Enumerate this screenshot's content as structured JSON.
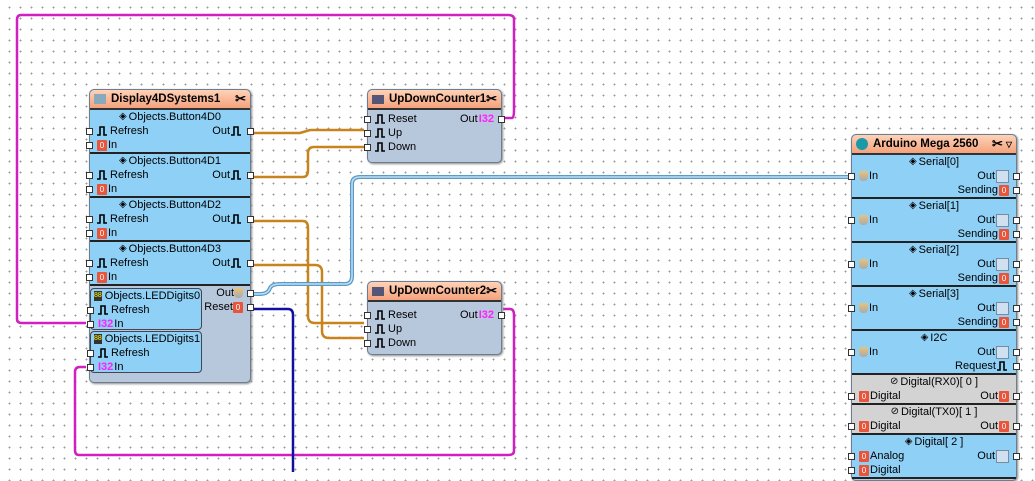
{
  "colors": {
    "header": "#f4a27c",
    "body": "#8fd0f6",
    "bool_wire": "#d08a20",
    "int_wire": "#d020c0",
    "serial_wire": "#7ab8e0",
    "reset_wire": "#1010a0"
  },
  "display": {
    "title": "Display4DSystems1",
    "icon": "display-icon",
    "sections": [
      {
        "title": "Objects.Button4D0",
        "rows": [
          {
            "l": "Refresh",
            "lt": "clock",
            "r": "Out",
            "rt": "clock"
          },
          {
            "l": "In",
            "lt": "digital"
          }
        ]
      },
      {
        "title": "Objects.Button4D1",
        "rows": [
          {
            "l": "Refresh",
            "lt": "clock",
            "r": "Out",
            "rt": "clock"
          },
          {
            "l": "In",
            "lt": "digital"
          }
        ]
      },
      {
        "title": "Objects.Button4D2",
        "rows": [
          {
            "l": "Refresh",
            "lt": "clock",
            "r": "Out",
            "rt": "clock"
          },
          {
            "l": "In",
            "lt": "digital"
          }
        ]
      },
      {
        "title": "Objects.Button4D3",
        "rows": [
          {
            "l": "Refresh",
            "lt": "clock",
            "r": "Out",
            "rt": "clock"
          },
          {
            "l": "In",
            "lt": "digital"
          }
        ]
      }
    ],
    "leds": [
      {
        "title": "Objects.LEDDigits0",
        "rows": [
          {
            "l": "Refresh",
            "lt": "clock"
          },
          {
            "l": "In",
            "lt": "i32"
          }
        ]
      },
      {
        "title": "Objects.LEDDigits1",
        "rows": [
          {
            "l": "Refresh",
            "lt": "clock"
          },
          {
            "l": "In",
            "lt": "i32"
          }
        ]
      }
    ],
    "out_label": "Out",
    "reset_label": "Reset"
  },
  "counter1": {
    "title": "UpDownCounter1",
    "rows": [
      {
        "l": "Reset",
        "lt": "clock",
        "r": "Out",
        "rt": "i32"
      },
      {
        "l": "Up",
        "lt": "clock"
      },
      {
        "l": "Down",
        "lt": "clock"
      }
    ]
  },
  "counter2": {
    "title": "UpDownCounter2",
    "rows": [
      {
        "l": "Reset",
        "lt": "clock",
        "r": "Out",
        "rt": "i32"
      },
      {
        "l": "Up",
        "lt": "clock"
      },
      {
        "l": "Down",
        "lt": "clock"
      }
    ]
  },
  "arduino": {
    "title": "Arduino Mega 2560",
    "sections": [
      {
        "title": "Serial[0]",
        "rows": [
          {
            "l": "In",
            "lt": "serial",
            "r": "Out",
            "rt": "out"
          },
          {
            "r": "Sending",
            "rt": "digital"
          }
        ]
      },
      {
        "title": "Serial[1]",
        "rows": [
          {
            "l": "In",
            "lt": "serial",
            "r": "Out",
            "rt": "out"
          },
          {
            "r": "Sending",
            "rt": "digital"
          }
        ]
      },
      {
        "title": "Serial[2]",
        "rows": [
          {
            "l": "In",
            "lt": "serial",
            "r": "Out",
            "rt": "out"
          },
          {
            "r": "Sending",
            "rt": "digital"
          }
        ]
      },
      {
        "title": "Serial[3]",
        "rows": [
          {
            "l": "In",
            "lt": "serial",
            "r": "Out",
            "rt": "out"
          },
          {
            "r": "Sending",
            "rt": "digital"
          }
        ]
      },
      {
        "title": "I2C",
        "rows": [
          {
            "l": "In",
            "lt": "serial",
            "r": "Out",
            "rt": "out"
          },
          {
            "r": "Request",
            "rt": "clock"
          }
        ]
      },
      {
        "title": "Digital(RX0)[ 0 ]",
        "gray": true,
        "rows": [
          {
            "l": "Digital",
            "lt": "digital",
            "r": "Out",
            "rt": "digital"
          }
        ]
      },
      {
        "title": "Digital(TX0)[ 1 ]",
        "gray": true,
        "rows": [
          {
            "l": "Digital",
            "lt": "digital",
            "r": "Out",
            "rt": "digital"
          }
        ]
      },
      {
        "title": "Digital[ 2 ]",
        "rows": [
          {
            "l": "Analog",
            "lt": "digital",
            "r": "Out",
            "rt": "out"
          },
          {
            "l": "Digital",
            "lt": "digital"
          }
        ]
      }
    ]
  }
}
